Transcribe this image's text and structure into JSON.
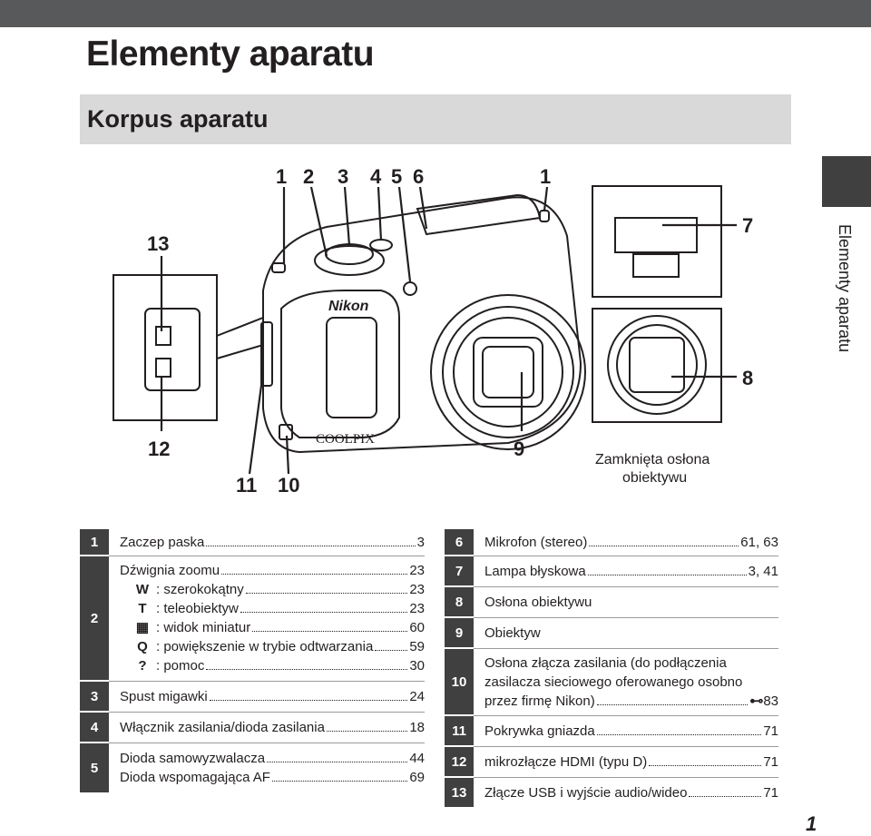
{
  "page": {
    "title": "Elementy aparatu",
    "section": "Korpus aparatu",
    "side_tab": "Elementy aparatu",
    "page_number": "1"
  },
  "figure": {
    "callouts_top": [
      "1",
      "2",
      "3",
      "4",
      "5",
      "6",
      "1"
    ],
    "callout_13": "13",
    "callout_12": "12",
    "callout_11": "11",
    "callout_10": "10",
    "callout_9": "9",
    "callout_7": "7",
    "callout_8": "8",
    "caption_line1": "Zamknięta osłona",
    "caption_line2": "obiektywu",
    "brand_logo": "Nikon",
    "model_logo": "COOLPIX"
  },
  "left_table": [
    {
      "num": "1",
      "label": "Zaczep paska",
      "page": "3"
    },
    {
      "num": "2",
      "label": "Dźwignia zoomu",
      "page": "23",
      "subs": [
        {
          "sym": "W",
          "label": ": szerokokątny",
          "page": "23"
        },
        {
          "sym": "T",
          "label": ": teleobiektyw",
          "page": "23"
        },
        {
          "sym": "▦",
          "label": ": widok miniatur",
          "page": "60"
        },
        {
          "sym": "Q",
          "label": ": powiększenie w trybie odtwarzania",
          "page": "59"
        },
        {
          "sym": "?",
          "label": ": pomoc",
          "page": "30"
        }
      ]
    },
    {
      "num": "3",
      "label": "Spust migawki",
      "page": "24"
    },
    {
      "num": "4",
      "label": "Włącznik zasilania/dioda zasilania",
      "page": "18"
    },
    {
      "num": "5",
      "lines": [
        {
          "label": "Dioda samowyzwalacza",
          "page": "44"
        },
        {
          "label": "Dioda wspomagająca AF",
          "page": "69"
        }
      ]
    }
  ],
  "right_table": [
    {
      "num": "6",
      "label": "Mikrofon (stereo)",
      "page": "61, 63"
    },
    {
      "num": "7",
      "label": "Lampa błyskowa",
      "page": "3, 41"
    },
    {
      "num": "8",
      "label": "Osłona obiektywu",
      "page": ""
    },
    {
      "num": "9",
      "label": "Obiektyw",
      "page": ""
    },
    {
      "num": "10",
      "label1": "Osłona złącza zasilania (do podłączenia",
      "label2": "zasilacza sieciowego oferowanego osobno",
      "label3": "przez firmę Nikon)",
      "page": "83",
      "page_icon": "binoculars-icon"
    },
    {
      "num": "11",
      "label": "Pokrywka gniazda",
      "page": "71"
    },
    {
      "num": "12",
      "label": "mikrozłącze HDMI (typu D)",
      "page": "71"
    },
    {
      "num": "13",
      "label": "Złącze USB i wyjście audio/wideo",
      "page": "71"
    }
  ]
}
